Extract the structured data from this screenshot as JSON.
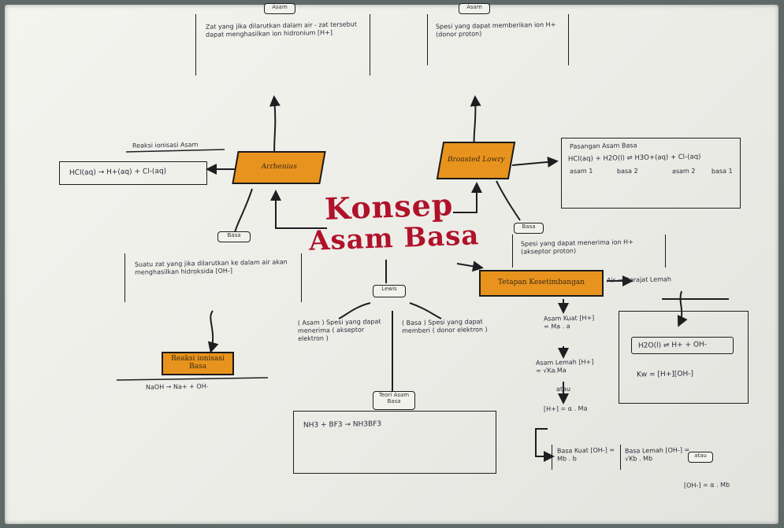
{
  "title": {
    "line1": "Konsep",
    "line2": "Asam Basa"
  },
  "arrhenius": {
    "node": "Arrhenius",
    "asam_tab": "Asam",
    "asam_def": "Zat yang jika dilarutkan dalam air - zat tersebut dapat menghasilkan ion hidronium [H+]",
    "reaksi_label": "Reaksi ionisasi Asam",
    "reaksi": "HCl(aq) → H+(aq) + Cl-(aq)",
    "basa_tab": "Basa",
    "basa_def": "Suatu zat yang jika dilarutkan ke dalam air akan menghasilkan hidroksida [OH-]",
    "basa_node": "Reaksi ionisasi Basa",
    "basa_reaksi": "NaOH → Na+ + OH-"
  },
  "bronsted": {
    "node": "Bronsted Lowry",
    "asam_tab": "Asam",
    "asam_def": "Spesi yang dapat memberikan ion H+ (donor proton)",
    "pair_title": "Pasangan Asam Basa",
    "pair_eq": "HCl(aq) + H2O(l) ⇌ H3O+(aq) + Cl-(aq)",
    "pair_labels": [
      "asam 1",
      "basa 2",
      "asam 2",
      "basa 1"
    ],
    "basa_tab": "Basa",
    "basa_def": "Spesi yang dapat menerima ion H+ (akseptor proton)"
  },
  "lewis": {
    "tab": "Lewis",
    "asam": "( Asam ) Spesi yang dapat menerima ( akseptor elektron )",
    "basa": "( Basa ) Spesi yang dapat memberi ( donor elektron )",
    "teori_tab": "Teori Asam Basa",
    "eq": "NH3 + BF3 → NH3BF3"
  },
  "tetapan": {
    "node": "Tetapan Kesetimbangan",
    "air_label": "Air ⇒ Derajat Lemah",
    "eq_box": "H2O(l) ⇌ H+ + OH-",
    "kw": "Kw = [H+][OH-]",
    "asam_kuat": "Asam Kuat [H+] = Ma . a",
    "asam_lemah": "Asam Lemah [H+] = √Ka.Ma",
    "atau": "atau",
    "h_alpha": "[H+] = α . Ma",
    "basa_kuat": "Basa Kuat [OH-] = Mb . b",
    "basa_lemah": "Basa Lemah [OH-] = √Kb . Mb",
    "atau2": "atau",
    "oh_alpha": "[OH-] = α . Mb"
  },
  "colors": {
    "orange": "#e8931e",
    "red": "#b0122a",
    "ink": "#1e1e22"
  }
}
